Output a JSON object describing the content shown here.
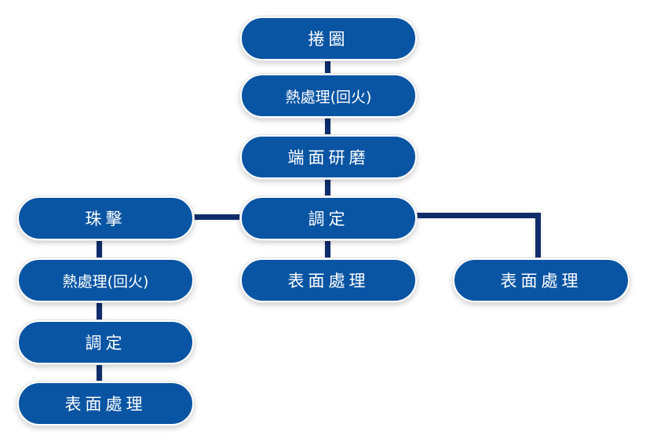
{
  "diagram": {
    "colors": {
      "node_fill": "#0a55a3",
      "node_text": "#ffffff",
      "connector": "#0f2d6b"
    },
    "center_column": [
      {
        "label": "捲圈"
      },
      {
        "label": "熱處理(回火)"
      },
      {
        "label": "端面研磨"
      },
      {
        "label": "調定"
      },
      {
        "label": "表面處理"
      }
    ],
    "left_column": [
      {
        "label": "珠擊"
      },
      {
        "label": "熱處理(回火)"
      },
      {
        "label": "調定"
      },
      {
        "label": "表面處理"
      }
    ],
    "right_column": [
      {
        "label": "表面處理"
      }
    ],
    "edges": [
      {
        "from": "捲圈",
        "to": "熱處理(回火)"
      },
      {
        "from": "熱處理(回火)",
        "to": "端面研磨"
      },
      {
        "from": "端面研磨",
        "to": "調定"
      },
      {
        "from": "調定",
        "to": "表面處理"
      },
      {
        "from": "調定",
        "to": "珠擊"
      },
      {
        "from": "調定",
        "to": "表面處理 (right)"
      },
      {
        "from": "珠擊",
        "to": "熱處理(回火) (left)"
      },
      {
        "from": "熱處理(回火) (left)",
        "to": "調定 (left)"
      },
      {
        "from": "調定 (left)",
        "to": "表面處理 (left)"
      }
    ]
  }
}
